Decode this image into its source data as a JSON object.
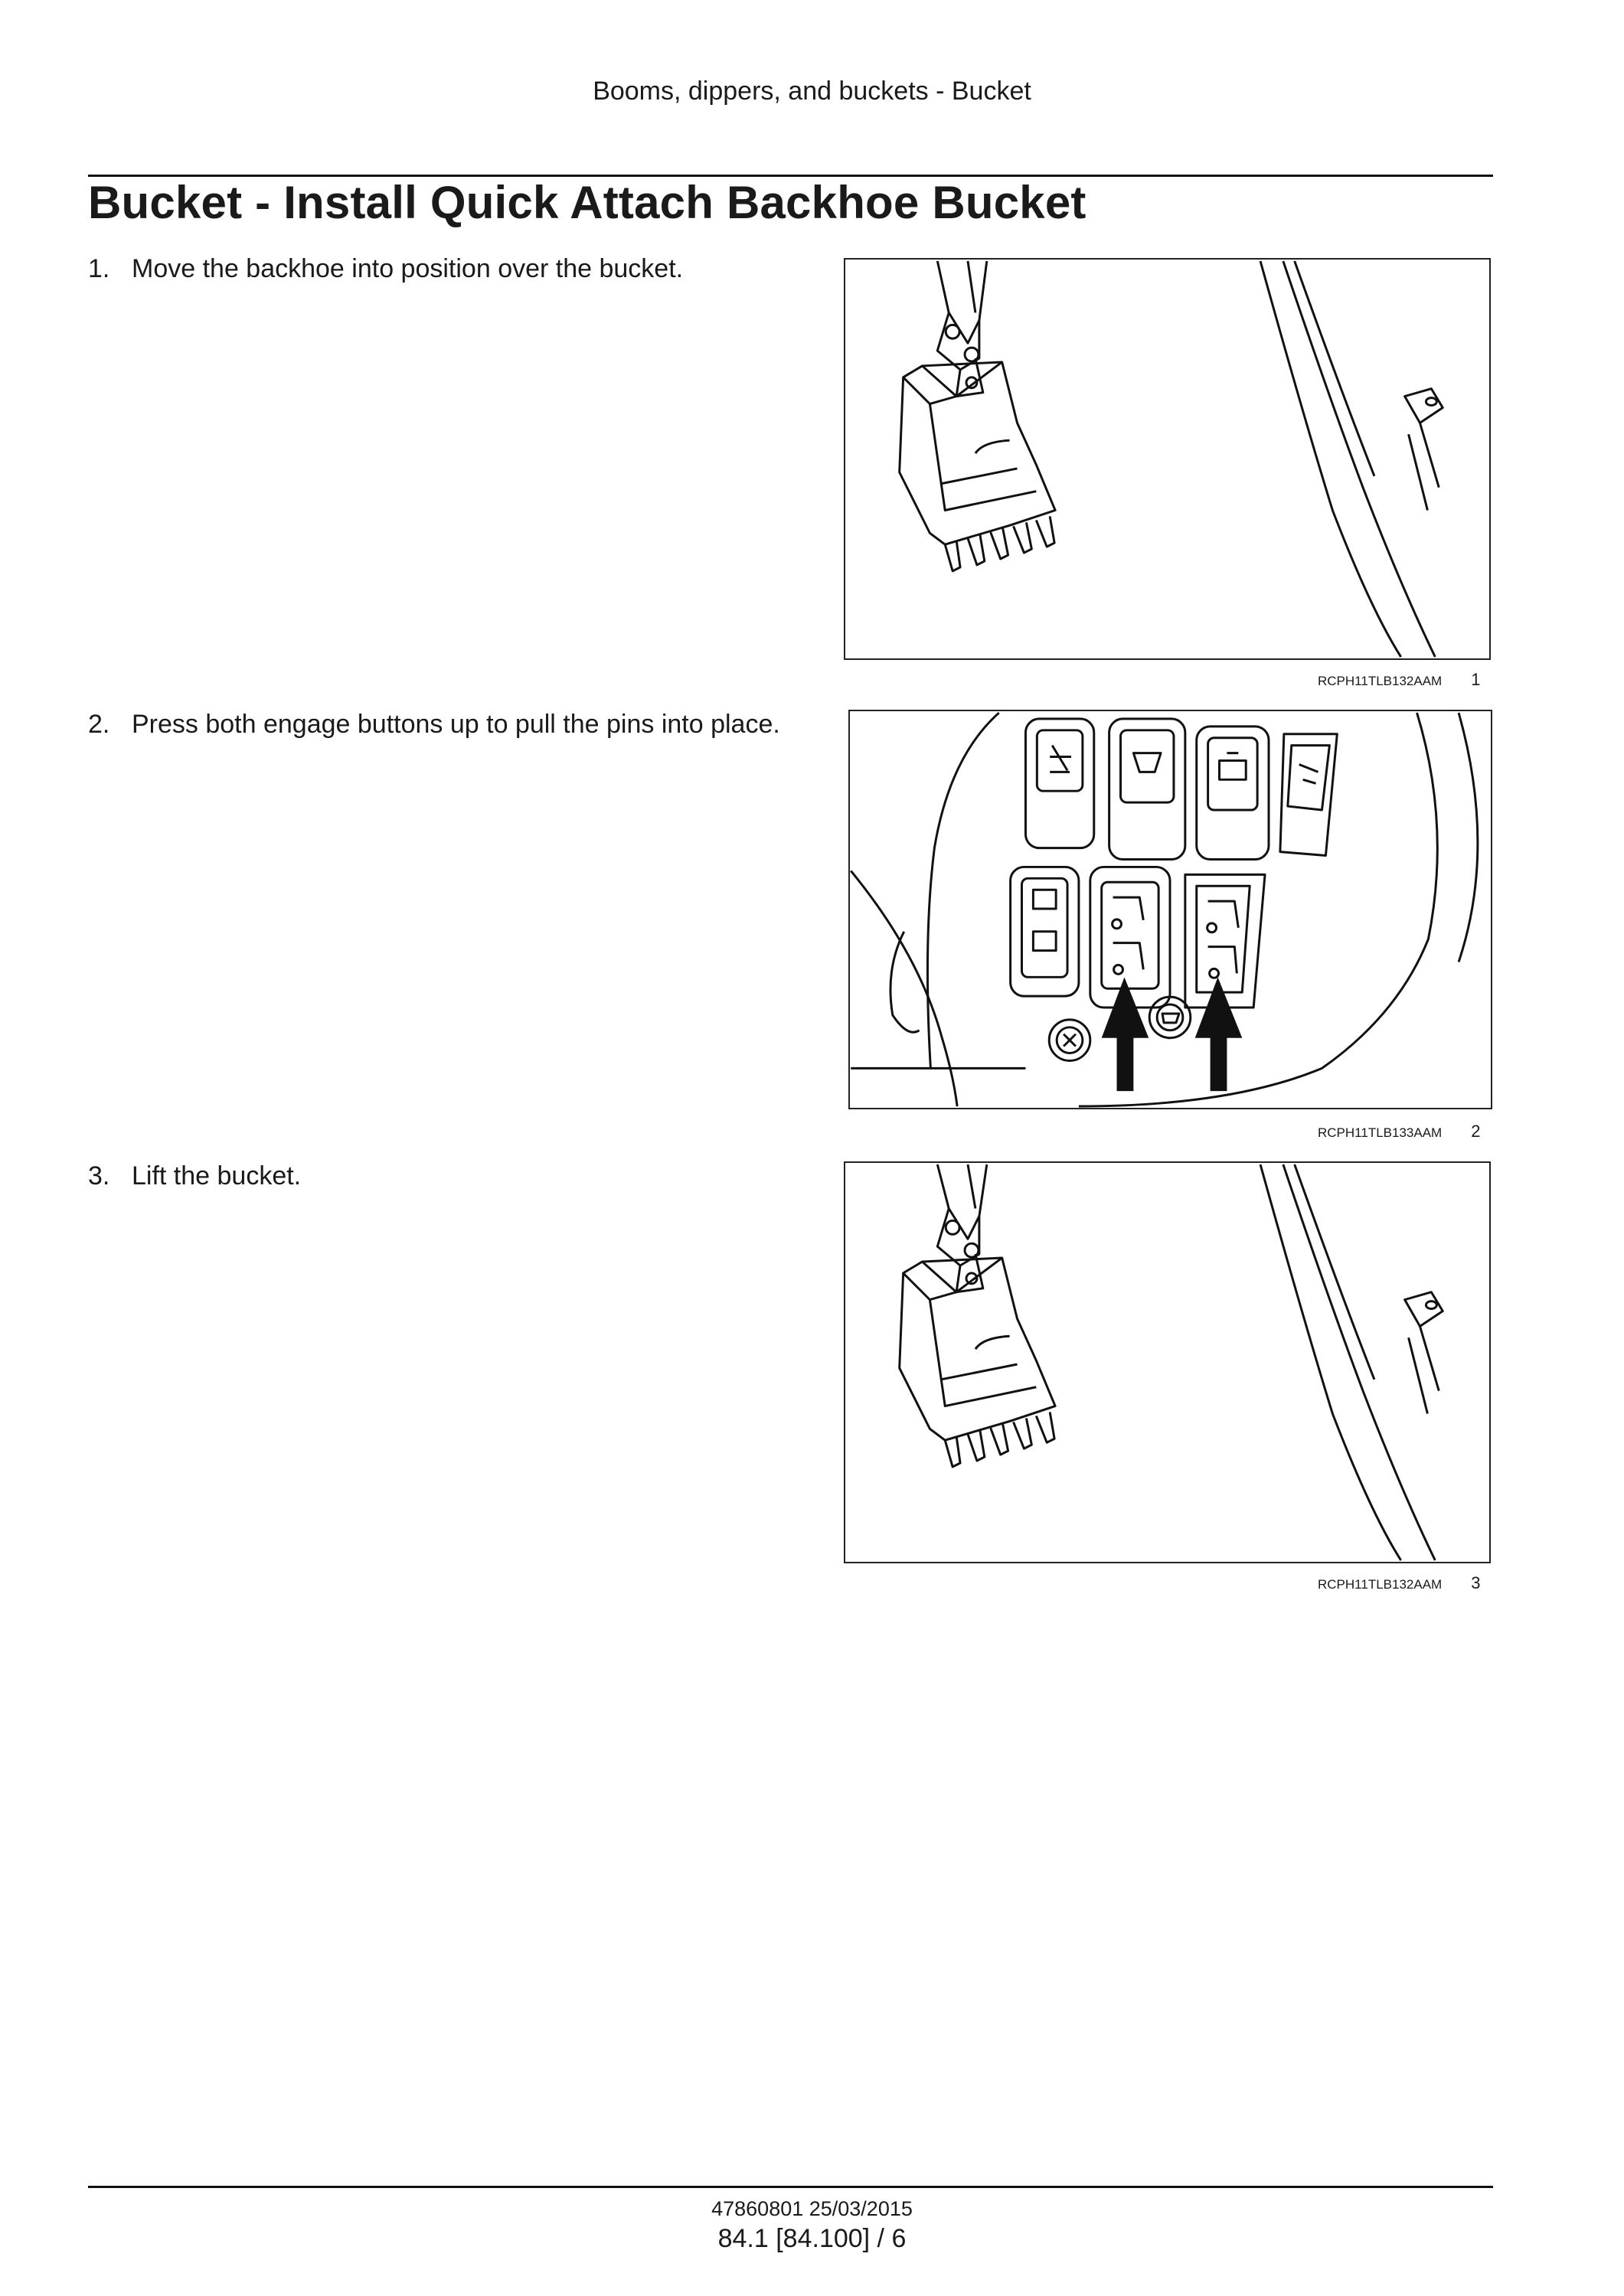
{
  "header": "Booms, dippers, and buckets - Bucket",
  "title": "Bucket - Install Quick Attach Backhoe Bucket",
  "steps": [
    {
      "num": "1.",
      "text": "Move the backhoe into position over the bucket."
    },
    {
      "num": "2.",
      "text": "Press both engage buttons up to pull the pins into place."
    },
    {
      "num": "3.",
      "text": "Lift the bucket."
    }
  ],
  "figures": [
    {
      "code": "RCPH11TLB132AAM",
      "num": "1"
    },
    {
      "code": "RCPH11TLB133AAM",
      "num": "2"
    },
    {
      "code": "RCPH11TLB132AAM",
      "num": "3"
    }
  ],
  "footer": {
    "doc": "47860801 25/03/2015",
    "page": "84.1 [84.100] / 6"
  },
  "icons": [
    "backhoe-bucket-illustration",
    "switch-panel-illustration",
    "arrow-up-icon"
  ]
}
